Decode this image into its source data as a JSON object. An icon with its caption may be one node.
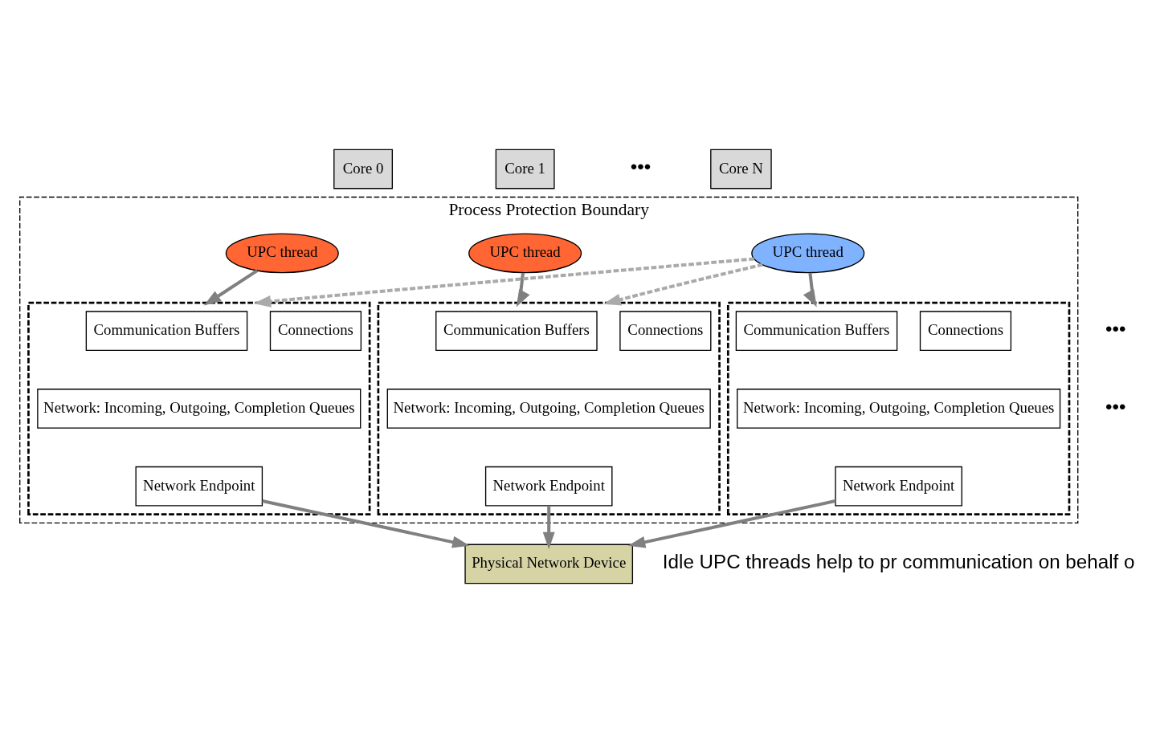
{
  "diagram": {
    "nodes": [
      {
        "text": [
          "Core 0"
        ]
      },
      {
        "text": [
          "Core 1"
        ]
      },
      {
        "text": [
          "Core N"
        ]
      },
      {
        "text": [
          "Process Protection Boundary"
        ]
      },
      {
        "text": [
          "UPC thread"
        ],
        "in": 3
      },
      {
        "text": [
          "UPC thread"
        ],
        "in": 3
      },
      {
        "text": [
          "UPC thread"
        ],
        "in": 3
      },
      {
        "text": [],
        "shape": "box",
        "in": 3
      },
      {
        "text": [
          "Communication Buffers"
        ],
        "in": 7
      },
      {
        "text": [
          "Connections"
        ],
        "in": 7
      },
      {
        "text": [
          "Network: Incoming, Outgoing, Completion Queues"
        ],
        "in": 7
      },
      {
        "text": [
          "Network Endpoint"
        ],
        "in": 7
      },
      {
        "text": [],
        "shape": "box",
        "in": 3
      },
      {
        "text": [
          "Communication Buffers"
        ],
        "in": 12
      },
      {
        "text": [
          "Connections"
        ],
        "in": 12
      },
      {
        "text": [
          "Network: Incoming, Outgoing, Completion Queues"
        ],
        "in": 12
      },
      {
        "text": [
          "Network Endpoint"
        ],
        "in": 12
      },
      {
        "text": [],
        "shape": "box",
        "in": 3
      },
      {
        "text": [
          "Communication Buffers"
        ],
        "in": 17
      },
      {
        "text": [
          "Connections"
        ],
        "in": 17
      },
      {
        "text": [
          "Network: Incoming, Outgoing, Completion Queues"
        ],
        "in": 17
      },
      {
        "text": [
          "Network Endpoint"
        ],
        "in": 17
      },
      {
        "text": [
          "Physical Network Device"
        ]
      }
    ],
    "edges": [
      {
        "from": 4,
        "to": 7,
        "arrow": "to"
      },
      {
        "from": 6,
        "to": 7,
        "arrow": "to",
        "style": "dashed",
        "color": "#aaaaaa"
      },
      {
        "from": 5,
        "to": 12,
        "arrow": "to"
      },
      {
        "from": 6,
        "to": 12,
        "arrow": "to",
        "style": "dashed",
        "color": "#aaaaaa"
      },
      {
        "from": 6,
        "to": 17,
        "arrow": "to"
      },
      {
        "from": 11,
        "to": 22,
        "arrow": "to"
      },
      {
        "from": 16,
        "to": 22,
        "arrow": "to"
      },
      {
        "from": 21,
        "to": 22,
        "arrow": "to"
      }
    ],
    "labels": [
      "•••",
      "•••",
      "•••",
      "Idle UPC threads help to pr communication on behalf o"
    ]
  }
}
